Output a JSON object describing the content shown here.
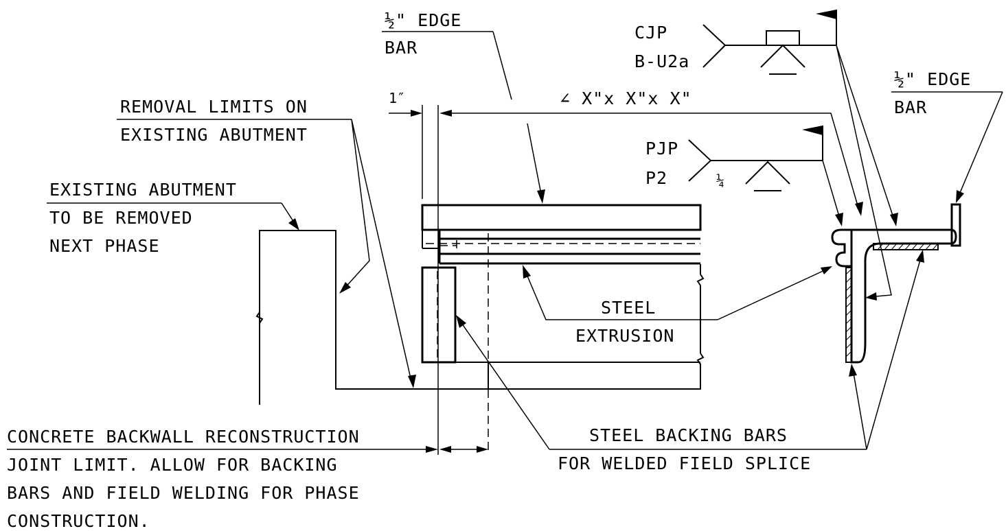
{
  "labels": {
    "edge_bar_top_1": "½\" EDGE",
    "edge_bar_top_2": "BAR",
    "cjp_1": "CJP",
    "cjp_2": "B-U2a",
    "edge_bar_right_1": "½\" EDGE",
    "edge_bar_right_2": "BAR",
    "angle_size": "∠ X\"x X\"x X\"",
    "dim_1in": "1″",
    "removal_1": "REMOVAL LIMITS ON",
    "removal_2": "EXISTING ABUTMENT",
    "existing_1": "EXISTING ABUTMENT",
    "existing_2": "TO BE REMOVED",
    "existing_3": "NEXT PHASE",
    "pjp_1": "PJP",
    "pjp_2": "P2",
    "weld_size": "¼",
    "steel_ext_1": "STEEL",
    "steel_ext_2": "EXTRUSION",
    "concrete_1": "CONCRETE BACKWALL RECONSTRUCTION",
    "concrete_2": "JOINT LIMIT. ALLOW FOR BACKING",
    "concrete_3": "BARS AND FIELD WELDING FOR PHASE",
    "concrete_4": "CONSTRUCTION.",
    "backing_1": "STEEL BACKING BARS",
    "backing_2": "FOR WELDED FIELD SPLICE"
  }
}
